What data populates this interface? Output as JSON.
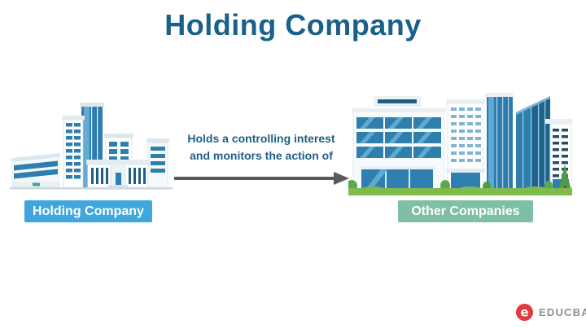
{
  "title": {
    "text": "Holding Company",
    "color": "#19618B"
  },
  "diagram": {
    "left_entity": {
      "label": "Holding Company",
      "label_bg": "#3FA7DD",
      "illustration": "office-campus-buildings"
    },
    "relationship": {
      "line1": "Holds a controlling interest",
      "line2": "and monitors the action of",
      "direction": "left-to-right",
      "arrow_color": "#5A5A5A",
      "text_color": "#1D5F86"
    },
    "right_entity": {
      "label": "Other Companies",
      "label_bg": "#7FBFA3",
      "illustration": "city-skyscraper-buildings"
    }
  },
  "branding": {
    "logo_text": "EDUCBA",
    "logo_icon": "educba-e-icon",
    "icon_color": "#E03A3E",
    "text_color": "#8D8F92"
  }
}
